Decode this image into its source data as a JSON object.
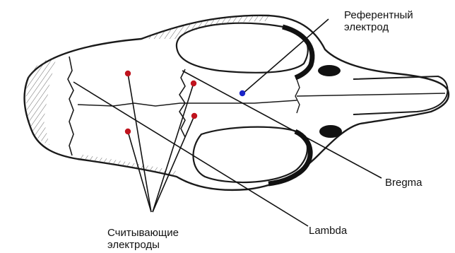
{
  "labels": {
    "reference_electrode": [
      "Референтный",
      "электрод"
    ],
    "reading_electrodes": [
      "Считывающие",
      "электроды"
    ],
    "lambda": "Lambda",
    "bregma": "Bregma"
  },
  "colors": {
    "reading_electrode": "#c0141e",
    "reference_electrode": "#1a24c8",
    "bone_outline": "#1a1a1a",
    "background": "#ffffff"
  }
}
